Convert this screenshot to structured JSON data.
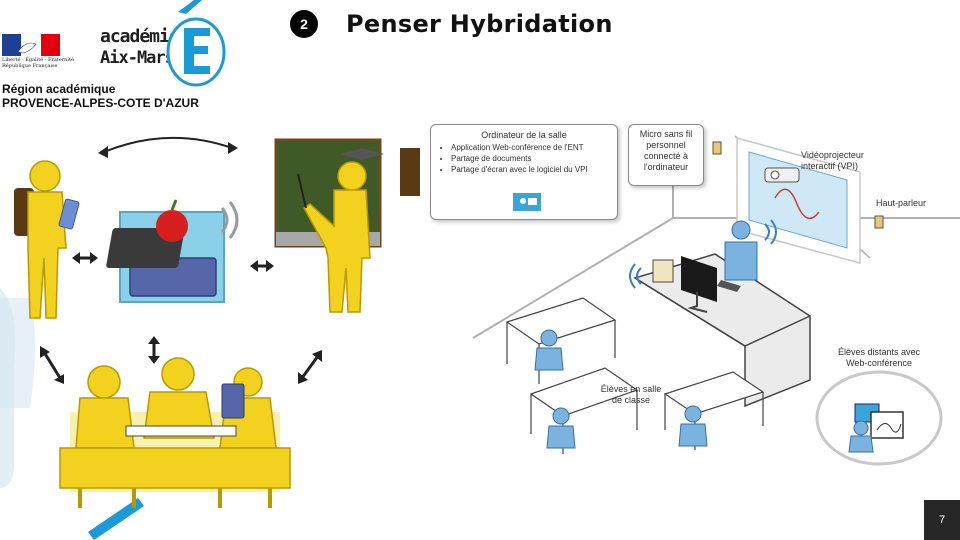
{
  "header": {
    "motto": [
      "Liberté · Égalité · Fraternité",
      "République Française"
    ],
    "academy_line1": "académie",
    "academy_line2": "Aix-Marseille",
    "region_line1": "Région académique",
    "region_line2": "PROVENCE-ALPES-COTE D'AZUR",
    "step_number": "2",
    "title": "Penser Hybridation"
  },
  "diagram": {
    "callout_computer": {
      "heading": "Ordinateur de la salle",
      "items": [
        "Application Web-conférence de l'ENT",
        "Partage de documents",
        "Partage d'écran avec le logiciel du VPI"
      ]
    },
    "callout_mic": [
      "Micro sans fil",
      "personnel",
      "connecté à",
      "l'ordinateur"
    ],
    "projector_label": [
      "Vidéoprojecteur",
      "interactif (VPI)"
    ],
    "speaker_label": "Haut-parleur",
    "remote_label": [
      "Élèves distants avec",
      "Web-conférence"
    ],
    "classroom_label": [
      "Élèves en salle",
      "de classe"
    ]
  },
  "footer": {
    "page_number": "7"
  },
  "colors": {
    "figure_yellow": "#f2d21e",
    "figure_outline": "#b89a00",
    "accent_blue": "#1a9ad6",
    "person_blue": "#7bb3e0",
    "wall_gray": "#b0b0b0"
  },
  "icons": [
    "french-flag-icon",
    "academy-e-logo",
    "tablet-icon",
    "apple-book-icon",
    "chalkboard-icon",
    "mortarboard-icon",
    "wifi-icon",
    "projector-icon",
    "speaker-icon",
    "computer-icon",
    "webconference-icon"
  ]
}
